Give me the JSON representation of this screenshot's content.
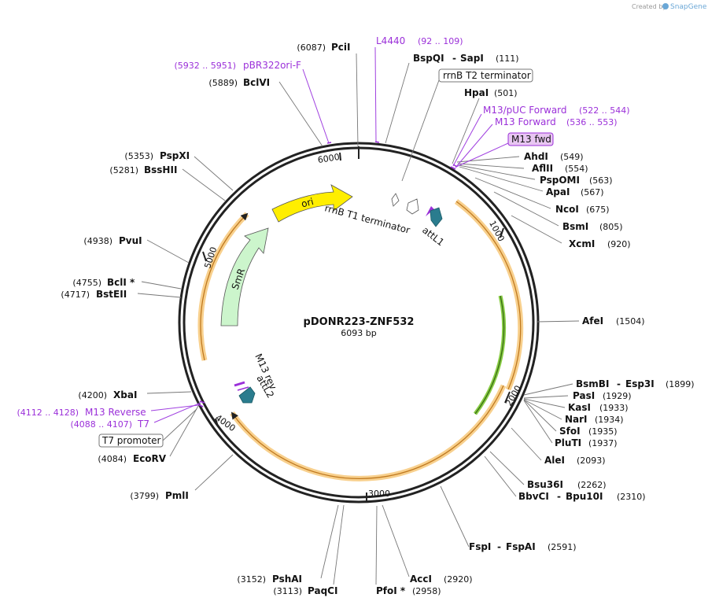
{
  "brand": {
    "created_by": "Created by",
    "app": "SnapGene"
  },
  "map": {
    "title": "pDONR223-ZNF532",
    "length": "6093 bp",
    "ticks": [
      {
        "label": "1000",
        "pos": 1000
      },
      {
        "label": "2000",
        "pos": 2000
      },
      {
        "label": "3000",
        "pos": 3000
      },
      {
        "label": "4000",
        "pos": 4000
      },
      {
        "label": "5000",
        "pos": 5000
      },
      {
        "label": "6000",
        "pos": 6000
      }
    ]
  },
  "enzymes": [
    {
      "name": "PciI",
      "pos": "(6087)"
    },
    {
      "name": "BspQI",
      "dash": "-",
      "name2": "SapI",
      "pos": "(111)"
    },
    {
      "name": "HpaI",
      "pos": "(501)"
    },
    {
      "name": "AhdI",
      "pos": "(549)"
    },
    {
      "name": "AflII",
      "pos": "(554)"
    },
    {
      "name": "PspOMI",
      "pos": "(563)"
    },
    {
      "name": "ApaI",
      "pos": "(567)"
    },
    {
      "name": "NcoI",
      "pos": "(675)"
    },
    {
      "name": "BsmI",
      "pos": "(805)"
    },
    {
      "name": "XcmI",
      "pos": "(920)"
    },
    {
      "name": "AfeI",
      "pos": "(1504)"
    },
    {
      "name": "BsmBI",
      "dash": "-",
      "name2": "Esp3I",
      "pos": "(1899)"
    },
    {
      "name": "PasI",
      "pos": "(1929)"
    },
    {
      "name": "KasI",
      "pos": "(1933)"
    },
    {
      "name": "NarI",
      "pos": "(1934)"
    },
    {
      "name": "SfoI",
      "pos": "(1935)"
    },
    {
      "name": "PluTI",
      "pos": "(1937)"
    },
    {
      "name": "AleI",
      "pos": "(2093)"
    },
    {
      "name": "Bsu36I",
      "pos": "(2262)"
    },
    {
      "name": "BbvCI",
      "dash": "-",
      "name2": "Bpu10I",
      "pos": "(2310)"
    },
    {
      "name": "FspI",
      "dash": "-",
      "name2": "FspAI",
      "pos": "(2591)"
    },
    {
      "name": "AccI",
      "pos": "(2920)"
    },
    {
      "name": "PfoI *",
      "pos": "(2958)"
    },
    {
      "name": "PshAI",
      "pos": "(3152)"
    },
    {
      "name": "PaqCI",
      "pos": "(3113)"
    },
    {
      "name": "PmlI",
      "pos": "(3799)"
    },
    {
      "name": "EcoRV",
      "pos": "(4084)"
    },
    {
      "name": "XbaI",
      "pos": "(4200)"
    },
    {
      "name": "BstEII",
      "pos": "(4717)"
    },
    {
      "name": "BclI *",
      "pos": "(4755)"
    },
    {
      "name": "PvuI",
      "pos": "(4938)"
    },
    {
      "name": "BssHII",
      "pos": "(5281)"
    },
    {
      "name": "PspXI",
      "pos": "(5353)"
    },
    {
      "name": "BclVI",
      "pos": "(5889)"
    }
  ],
  "primers": [
    {
      "name": "L4440",
      "pos": "(92 .. 109)"
    },
    {
      "name": "pBR322ori-F",
      "pos": "(5932 .. 5951)"
    },
    {
      "name": "M13/pUC Forward",
      "pos": "(522 .. 544)"
    },
    {
      "name": "M13 Forward",
      "pos": "(536 .. 553)"
    },
    {
      "name": "M13 Reverse",
      "pos": "(4112 .. 4128)"
    },
    {
      "name": "T7",
      "pos": "(4088 .. 4107)"
    }
  ],
  "boxed_features": {
    "rrnb_t2": "rrnB T2 terminator",
    "m13_fwd": "M13 fwd",
    "t7_promoter": "T7 promoter"
  },
  "features": {
    "ori": "ori",
    "smr": "SmR",
    "rrnb_t1": "rrnB T1 terminator",
    "attl1": "attL1",
    "attl2": "attL2",
    "m13_rev": "M13 rev"
  },
  "colors": {
    "backbone": "#222222",
    "ori": "#ffee00",
    "smr": "#ccf5cc",
    "orf_highlight": "#f6c471",
    "green_arc": "#88cc44",
    "att": "#2a7c8e",
    "primer": "#9b30d9",
    "m13_fwd_box": "#e8c6f2"
  }
}
